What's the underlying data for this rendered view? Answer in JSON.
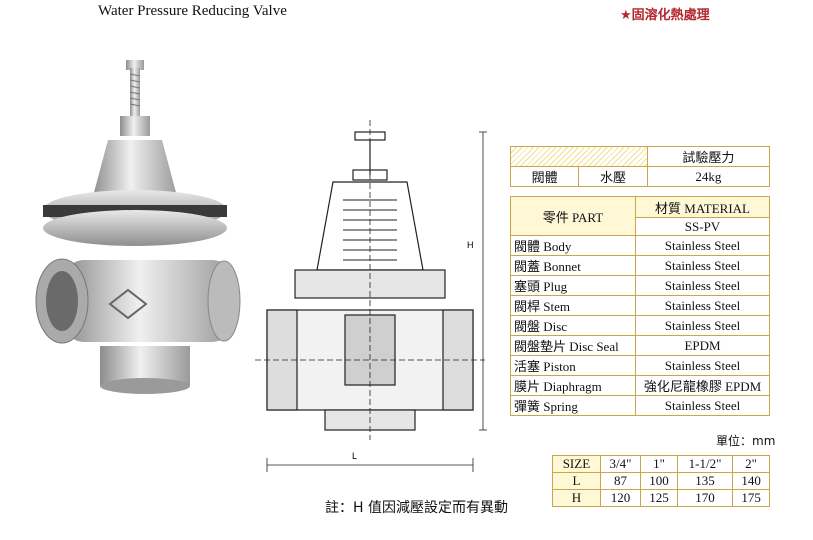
{
  "header": {
    "title": "Water Pressure Reducing Valve",
    "note": "★固溶化熱處理"
  },
  "pressure_table": {
    "heading": "試驗壓力",
    "row_label": "閥體",
    "medium": "水壓",
    "value": "24kg"
  },
  "material_table": {
    "col_part": "零件 PART",
    "col_material": "材質 MATERIAL",
    "material_grade": "SS-PV",
    "rows": [
      {
        "part": "閥體 Body",
        "material": "Stainless Steel"
      },
      {
        "part": "閥蓋 Bonnet",
        "material": "Stainless Steel"
      },
      {
        "part": "塞頭 Plug",
        "material": "Stainless Steel"
      },
      {
        "part": "閥桿 Stem",
        "material": "Stainless Steel"
      },
      {
        "part": "閥盤 Disc",
        "material": "Stainless Steel"
      },
      {
        "part": "閥盤墊片 Disc Seal",
        "material": "EPDM"
      },
      {
        "part": "活塞 Piston",
        "material": "Stainless Steel"
      },
      {
        "part": "膜片 Diaphragm",
        "material": "強化尼龍橡膠 EPDM"
      },
      {
        "part": "彈簧 Spring",
        "material": "Stainless Steel"
      }
    ]
  },
  "dimensions": {
    "unit": "單位：mm",
    "header": [
      "SIZE",
      "3/4\"",
      "1\"",
      "1-1/2\"",
      "2\""
    ],
    "rows": [
      [
        "L",
        "87",
        "100",
        "135",
        "140"
      ],
      [
        "H",
        "120",
        "125",
        "170",
        "175"
      ]
    ]
  },
  "drawing_labels": {
    "height": "H",
    "length": "L"
  },
  "footnote": "註：H 值因減壓設定而有異動",
  "colors": {
    "table_border": "#c9a64a",
    "header_fill": "#fff8d6",
    "accent_red": "#b3262d"
  }
}
